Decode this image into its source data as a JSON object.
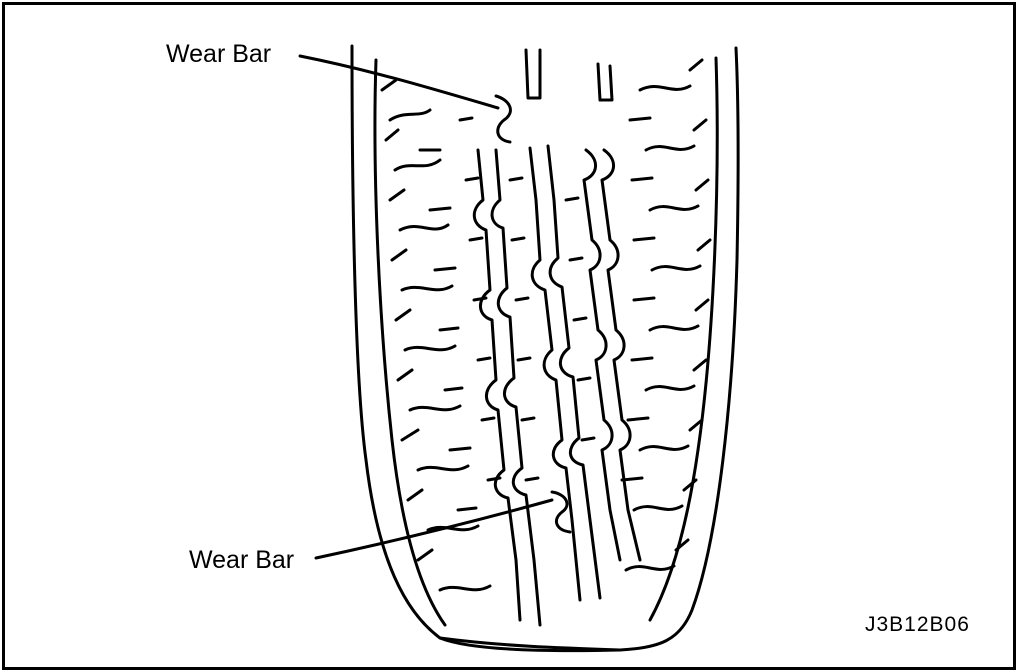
{
  "labels": {
    "top_callout": "Wear Bar",
    "bottom_callout": "Wear Bar",
    "figure_id": "J3B12B06"
  },
  "colors": {
    "ink": "#000000",
    "paper": "#ffffff"
  }
}
